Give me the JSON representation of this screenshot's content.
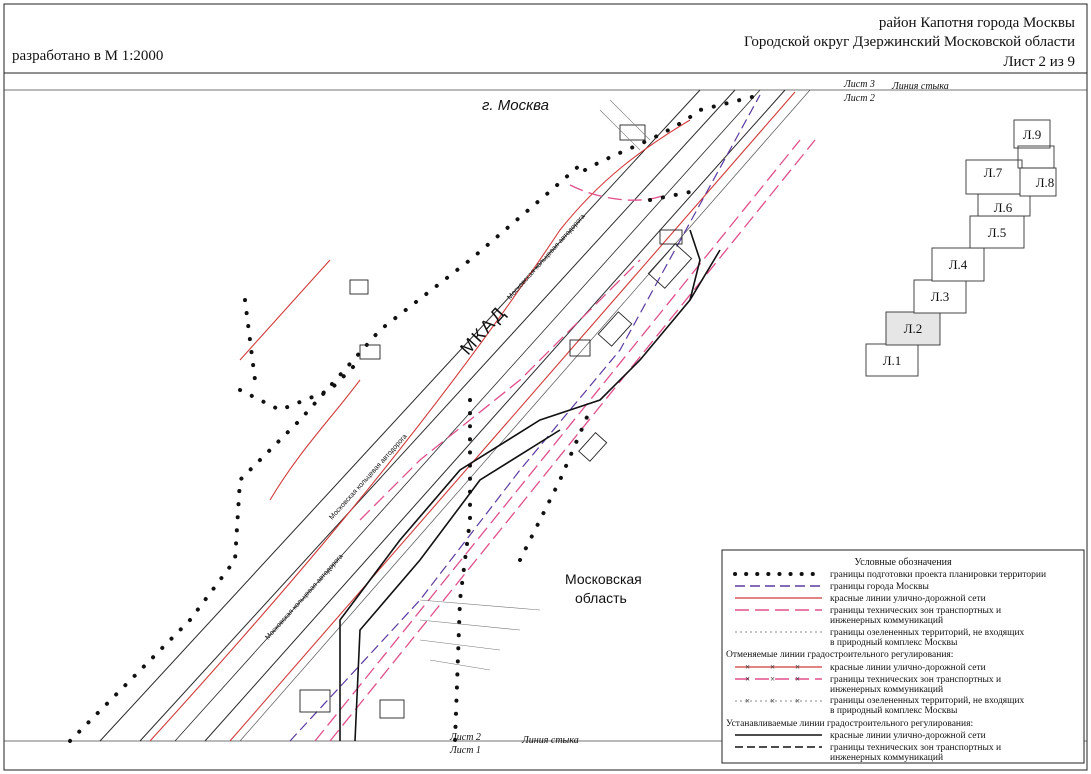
{
  "header": {
    "scale": "разработано в М 1:2000",
    "title_line1": "район Капотня города Москвы",
    "title_line2": "Городской округ Дзержинский Московской области",
    "sheet": "Лист 2 из 9"
  },
  "junction_top": {
    "sheet_above": "Лист 3",
    "sheet_below": "Лист 2",
    "label": "Линия стыка"
  },
  "junction_bottom": {
    "sheet_above": "Лист 2",
    "sheet_below": "Лист 1",
    "label": "Линия стыка"
  },
  "map": {
    "city_label": "г. Москва",
    "region_label_line1": "Московская",
    "region_label_line2": "область",
    "road_label": "МКАД",
    "road_small_labels": [
      "Московская кольцевая автодорога",
      "Московская кольцевая автодорога",
      "Московская кольцевая автодорога"
    ]
  },
  "sheet_index": [
    "Л.1",
    "Л.2",
    "Л.3",
    "Л.4",
    "Л.5",
    "Л.6",
    "Л.7",
    "Л.8",
    "Л.9"
  ],
  "sheet_index_current": "Л.2",
  "legend": {
    "title": "Условные обозначения",
    "items": [
      {
        "text": "границы подготовки проекта планировки территории"
      },
      {
        "text": "границы города Москвы"
      },
      {
        "text": "красные линии улично-дорожной сети"
      },
      {
        "text": "границы технических зон транспортных и",
        "text2": "инженерных коммуникаций"
      },
      {
        "text": "границы озелененных территорий, не входящих",
        "text2": "в природный комплекс Москвы"
      }
    ],
    "cancelled_heading": "Отменяемые линии градостроительного регулирования:",
    "cancelled_items": [
      {
        "text": "красные линии улично-дорожной сети"
      },
      {
        "text": "границы технических зон транспортных и",
        "text2": "инженерных коммуникаций"
      },
      {
        "text": "границы озелененных территорий, не входящих",
        "text2": "в природный комплекс Москвы"
      }
    ],
    "established_heading": "Устанавливаемые линии градостроительного регулирования:",
    "established_items": [
      {
        "text": "красные линии улично-дорожной сети"
      },
      {
        "text": "границы технических зон транспортных и",
        "text2": "инженерных коммуникаций"
      }
    ]
  },
  "colors": {
    "red_line": "#d23a3a",
    "pink_dash": "#e0508c",
    "purple_dash": "#5a3aa0",
    "boundary_dot": "#111111",
    "map_line": "#2a2a2a"
  }
}
